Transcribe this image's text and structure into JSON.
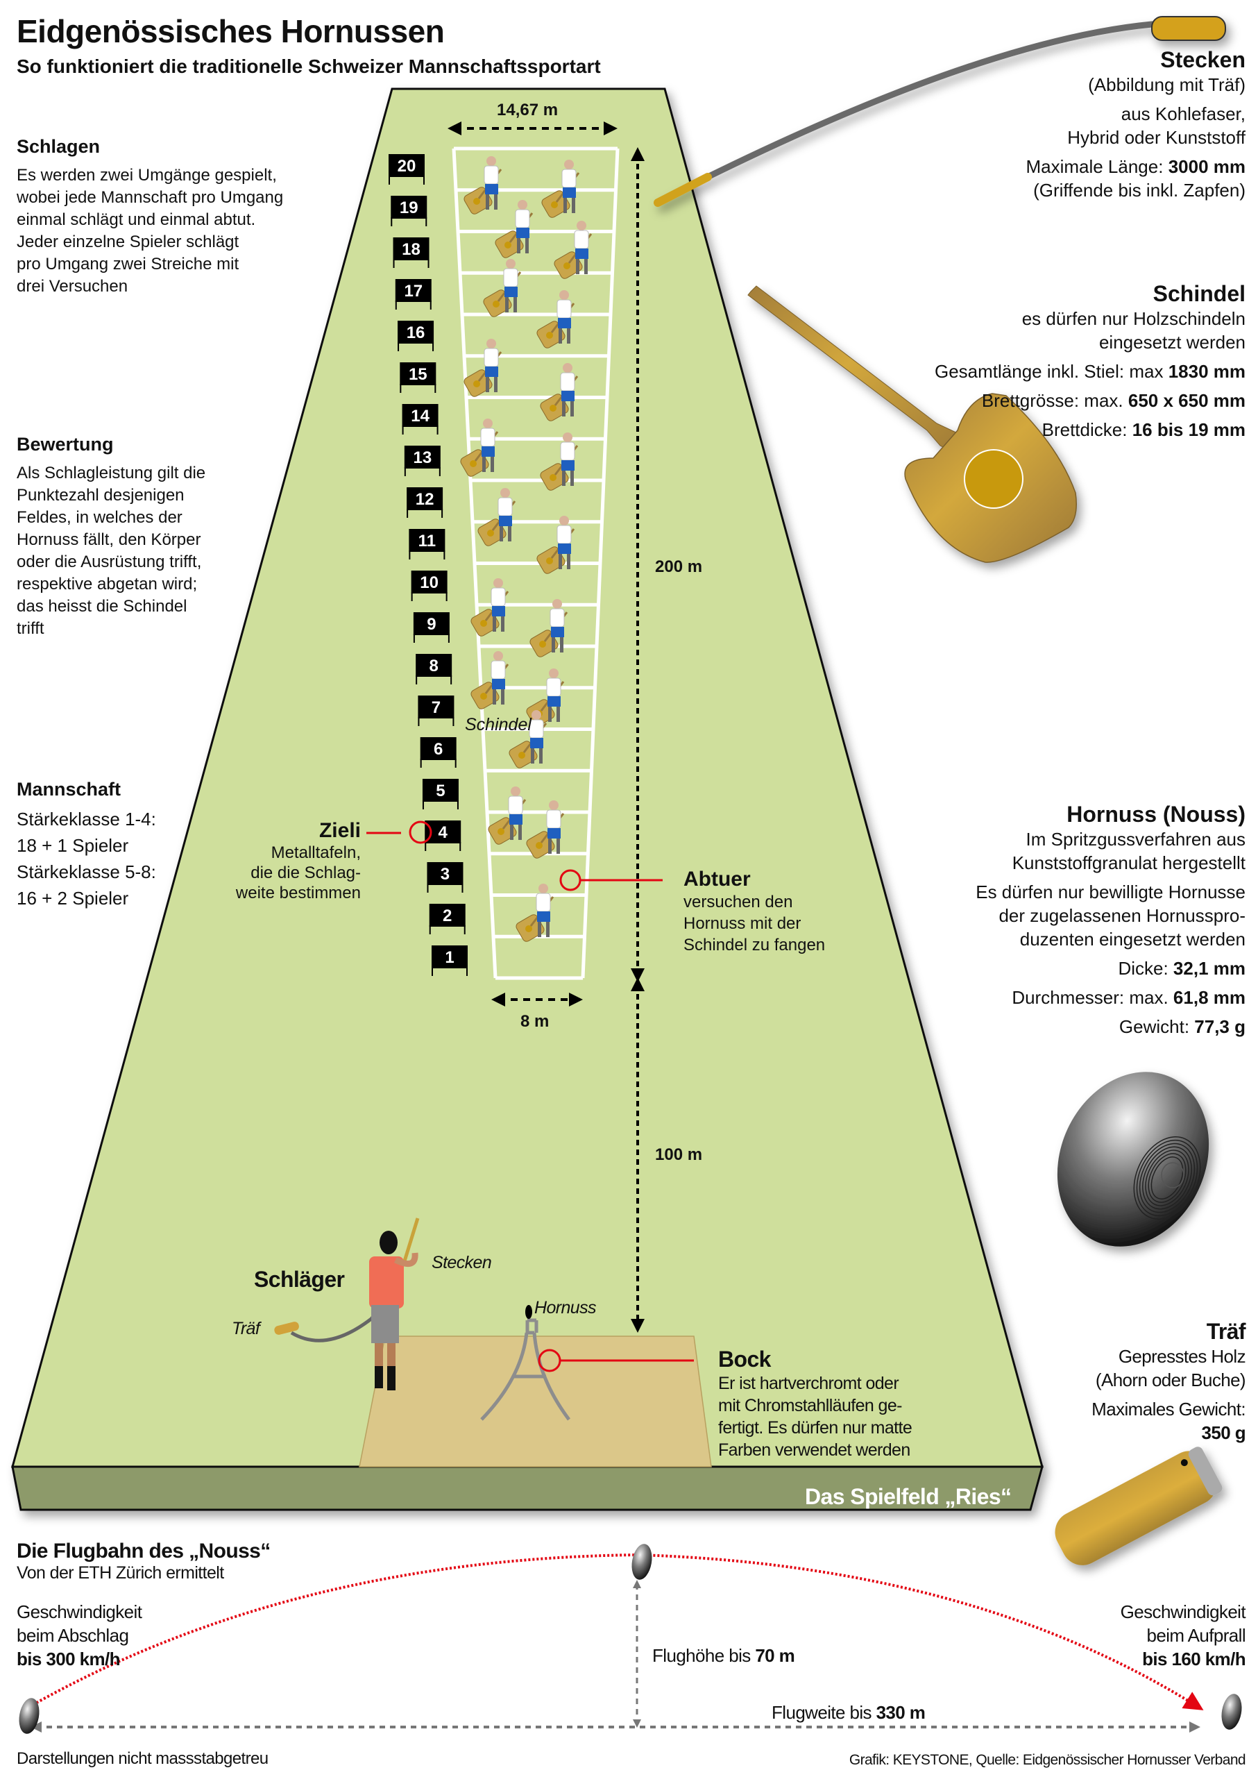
{
  "header": {
    "title": "Eidgenössisches Hornussen",
    "subtitle": "So funktioniert die traditionelle Schweizer Mannschaftssportart"
  },
  "colors": {
    "field": "#cfdf9c",
    "field_side": "#8d9a6a",
    "bock_area": "#dbc789",
    "accent_red": "#e30613",
    "wood": "#c9a23a",
    "zone_board": "#000000",
    "trajectory": "#e30613"
  },
  "left": {
    "schlagen": {
      "heading": "Schlagen",
      "text": [
        "Es werden zwei Umgänge gespielt,",
        "wobei jede Mannschaft pro Umgang",
        "einmal schlägt und einmal abtut.",
        "Jeder einzelne Spieler schlägt",
        "pro Umgang zwei Streiche mit",
        "drei Versuchen"
      ]
    },
    "bewertung": {
      "heading": "Bewertung",
      "text": [
        "Als Schlagleistung gilt die",
        "Punktezahl desjenigen",
        "Feldes, in welches der",
        "Hornuss fällt, den Körper",
        "oder die Ausrüstung trifft,",
        "respektive abgetan wird;",
        "das heisst die Schindel",
        "trifft"
      ]
    },
    "mannschaft": {
      "heading": "Mannschaft",
      "lines": [
        "Stärkeklasse 1-4:",
        "18 + 1 Spieler",
        "Stärkeklasse 5-8:",
        "16 + 2 Spieler"
      ]
    }
  },
  "field": {
    "zone_numbers": [
      "20",
      "19",
      "18",
      "17",
      "16",
      "15",
      "14",
      "13",
      "12",
      "11",
      "10",
      "9",
      "8",
      "7",
      "6",
      "5",
      "4",
      "3",
      "2",
      "1"
    ],
    "width_top": "14,67 m",
    "width_bottom": "8 m",
    "length_zone": "200 m",
    "length_approach": "100 m",
    "label_schindel": "Schindel",
    "zieli": {
      "title": "Zieli",
      "text": [
        "Metalltafeln,",
        "die die Schlag-",
        "weite bestimmen"
      ]
    },
    "abtuer": {
      "title": "Abtuer",
      "text": [
        "versuchen den",
        "Hornuss mit der",
        "Schindel zu fangen"
      ]
    },
    "schlaeger": {
      "title": "Schläger",
      "label_stecken": "Stecken",
      "label_traef": "Träf",
      "label_hornuss": "Hornuss"
    },
    "bock": {
      "title": "Bock",
      "text": [
        "Er ist hartverchromt oder",
        "mit Chromstahlläufen ge-",
        "fertigt. Es dürfen nur matte",
        "Farben verwendet werden"
      ]
    },
    "name": "Das Spielfeld „Ries“"
  },
  "right": {
    "stecken": {
      "heading": "Stecken",
      "lines": [
        {
          "text": "(Abbildung mit Träf)",
          "bold": ""
        },
        {
          "text": "aus Kohlefaser,",
          "bold": ""
        },
        {
          "text": "Hybrid oder Kunststoff",
          "bold": ""
        },
        {
          "text": "Maximale Länge: ",
          "bold": "3000 mm"
        },
        {
          "text": "(Griffende bis inkl. Zapfen)",
          "bold": ""
        }
      ]
    },
    "schindel": {
      "heading": "Schindel",
      "lines": [
        {
          "text": "es dürfen nur Holzschindeln",
          "bold": ""
        },
        {
          "text": "eingesetzt werden",
          "bold": ""
        },
        {
          "text": "Gesamtlänge inkl. Stiel: max ",
          "bold": "1830 mm"
        },
        {
          "text": "Brettgrösse: max. ",
          "bold": "650 x 650 mm"
        },
        {
          "text": "Brettdicke: ",
          "bold": "16 bis 19 mm"
        }
      ]
    },
    "hornuss": {
      "heading": "Hornuss (Nouss)",
      "lines": [
        {
          "text": "Im Spritzgussverfahren aus",
          "bold": ""
        },
        {
          "text": "Kunststoffgranulat hergestellt",
          "bold": ""
        },
        {
          "text": "Es dürfen nur bewilligte Hornusse",
          "bold": ""
        },
        {
          "text": "der zugelassenen Hornusspro-",
          "bold": ""
        },
        {
          "text": "duzenten eingesetzt werden",
          "bold": ""
        },
        {
          "text": "Dicke: ",
          "bold": "32,1 mm"
        },
        {
          "text": "Durchmesser: max. ",
          "bold": "61,8 mm"
        },
        {
          "text": "Gewicht: ",
          "bold": "77,3 g"
        }
      ]
    },
    "traef": {
      "heading": "Träf",
      "lines": [
        {
          "text": "Gepresstes Holz",
          "bold": ""
        },
        {
          "text": "(Ahorn oder Buche)",
          "bold": ""
        },
        {
          "text": "Maximales Gewicht:",
          "bold": ""
        },
        {
          "text": "",
          "bold": "350 g"
        }
      ]
    }
  },
  "flight": {
    "heading": "Die Flugbahn des „Nouss“",
    "subheading": "Von der ETH Zürich ermittelt",
    "start_speed": {
      "lines": [
        "Geschwindigkeit",
        "beim Abschlag"
      ],
      "value": "bis 300 km/h"
    },
    "end_speed": {
      "lines": [
        "Geschwindigkeit",
        "beim Aufprall"
      ],
      "value": "bis 160 km/h"
    },
    "height": {
      "text": "Flughöhe bis ",
      "value": "70 m"
    },
    "distance": {
      "text": "Flugweite bis ",
      "value": "330 m"
    }
  },
  "footer": {
    "note": "Darstellungen nicht massstabgetreu",
    "credit": "Grafik: KEYSTONE, Quelle: Eidgenössischer Hornusser Verband"
  }
}
